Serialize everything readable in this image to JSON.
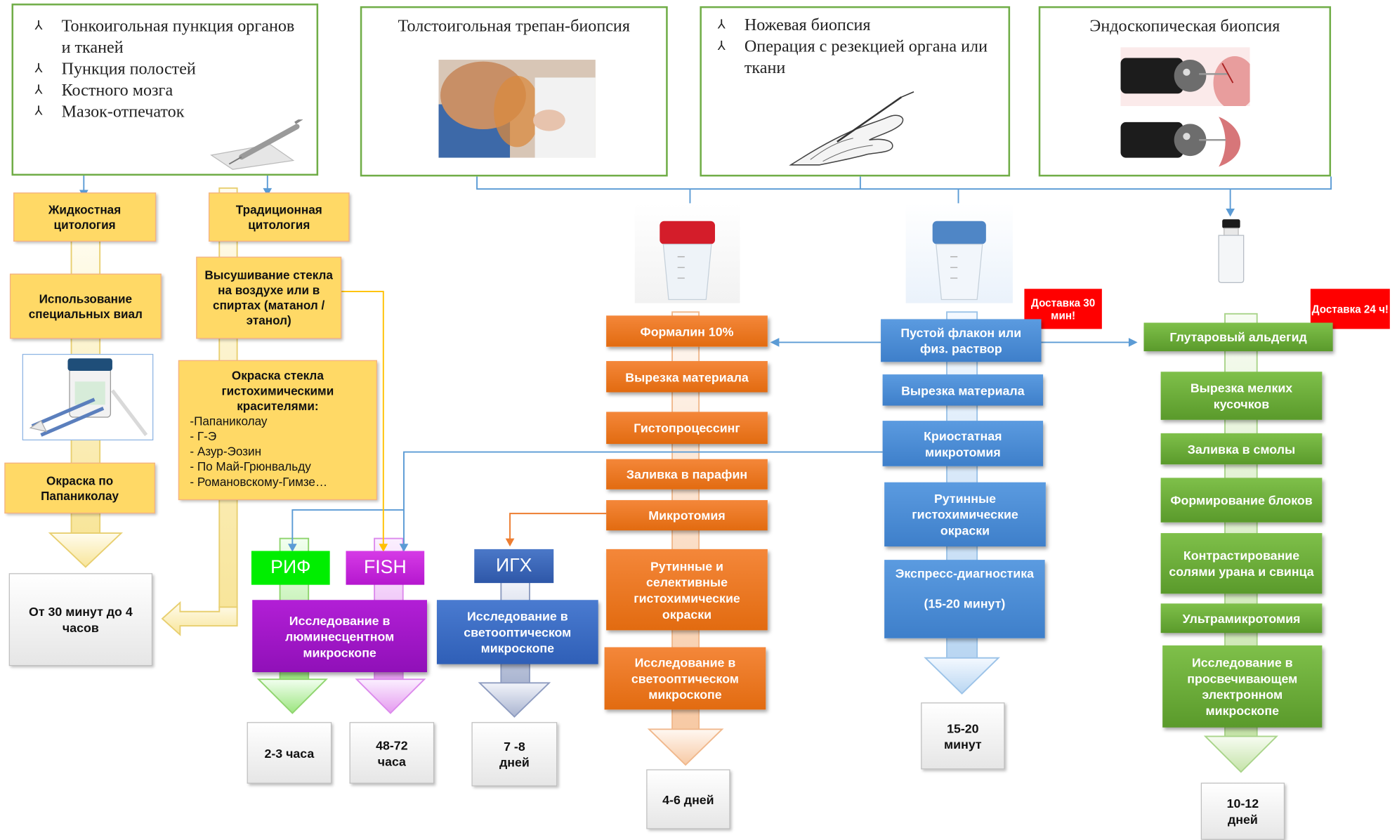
{
  "top": {
    "box1_items": [
      "Тонкоигольная пункция органов и тканей",
      "Пункция полостей",
      "Костного мозга",
      "Мазок-отпечаток"
    ],
    "trepan_title": "Толстоигольная трепан-биопсия",
    "knife_items": [
      "Ножевая биопсия",
      "Операция с резекцией органа или ткани"
    ],
    "endo_title": "Эндоскопическая биопсия"
  },
  "cytology": {
    "liquid_title": "Жидкостная цитология",
    "liquid_vials": "Использование специальных виал",
    "liquid_stain": "Окраска по Папаниколау",
    "traditional_title": "Традиционная цитология",
    "drying": "Высушивание стекла на воздухе или в спиртах (матанол /этанол)",
    "staining_title": "Окраска стекла гистохимическими красителями:",
    "staining_list": [
      "-Папаниколау",
      "- Г-Э",
      "- Азур-Эозин",
      "- По Май-Грюнвальду",
      "- Романовскому-Гимзе…"
    ],
    "time": "От 30 минут до 4 часов"
  },
  "immuno": {
    "rif": "РИФ",
    "fish": "FISH",
    "igh": "ИГХ",
    "lum_micro": "Исследование в люминесцентном микроскопе",
    "light_micro": "Исследование в светооптическом микроскопе",
    "rif_time": "2-3 часа",
    "fish_time": "48-72 часа",
    "igh_time": "7 -8 дней"
  },
  "formalin": {
    "steps": [
      "Формалин 10%",
      "Вырезка материала",
      "Гистопроцессинг",
      "Заливка в парафин",
      "Микротомия",
      "Рутинные и селективные гистохимические окраски",
      "Исследование в светооптическом микроскопе"
    ],
    "time": "4-6 дней"
  },
  "frozen": {
    "delivery": "Доставка 30 мин!",
    "steps": [
      "Пустой флакон или физ. раствор",
      "Вырезка материала",
      "Криостатная микротомия",
      "Рутинные гистохимические окраски",
      "Экспресс-диагностика",
      "(15-20 минут)"
    ],
    "time": "15-20 минут"
  },
  "electron": {
    "delivery": "Доставка 24 ч!",
    "steps": [
      "Глутаровый альдегид",
      "Вырезка мелких кусочков",
      "Заливка в смолы",
      "Формирование блоков",
      "Контрастирование солями урана и свинца",
      "Ультрамикротомия",
      "Исследование в просвечивающем электронном микроскопе"
    ],
    "time": "10-12 дней"
  },
  "colors": {
    "box_border": "#70ad47",
    "connector": "#5b9bd5",
    "orange_connector": "#ed7d31",
    "yellow_connector": "#ffc000"
  }
}
